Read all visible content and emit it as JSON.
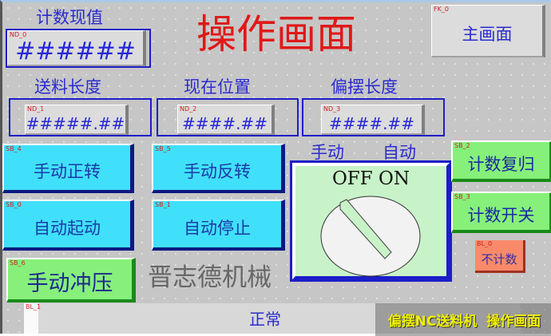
{
  "title": "操作画面",
  "count_label": "计数现值",
  "count_display": {
    "tag": "ND_0",
    "value": "######"
  },
  "main_screen_button": {
    "tag": "FK_0",
    "label": "主画面"
  },
  "fields": [
    {
      "label": "送料长度",
      "tag": "ND_1",
      "value": "#####.##"
    },
    {
      "label": "现在位置",
      "tag": "ND_2",
      "value": "####.##"
    },
    {
      "label": "偏摆长度",
      "tag": "ND_3",
      "value": "####.##"
    }
  ],
  "buttons": {
    "manual_forward": {
      "tag": "SB_4",
      "label": "手动正转"
    },
    "manual_reverse": {
      "tag": "SB_5",
      "label": "手动反转"
    },
    "auto_start": {
      "tag": "SB_0",
      "label": "自动起动"
    },
    "auto_stop": {
      "tag": "SB_1",
      "label": "自动停止"
    },
    "manual_press": {
      "tag": "SB_6",
      "label": "手动冲压"
    },
    "count_reset": {
      "tag": "SB_2",
      "label": "计数复归"
    },
    "count_switch": {
      "tag": "SB_3",
      "label": "计数开关"
    }
  },
  "selector": {
    "left_label": "手动",
    "right_label": "自动",
    "text": "OFF ON",
    "state": "OFF"
  },
  "count_lamp": {
    "tag": "BL_0",
    "label": "不计数",
    "color": "#f88a6a"
  },
  "status_bar": {
    "tag": "BL_1",
    "text": "正常"
  },
  "watermark": "晋志德机械",
  "caption": "偏摆NC送料机  操作画面",
  "colors": {
    "title": "#e01818",
    "label": "#2b2bd0",
    "cyan_button": "#40e0fa",
    "green_button": "#86f07a",
    "caption": "#f0f000"
  }
}
